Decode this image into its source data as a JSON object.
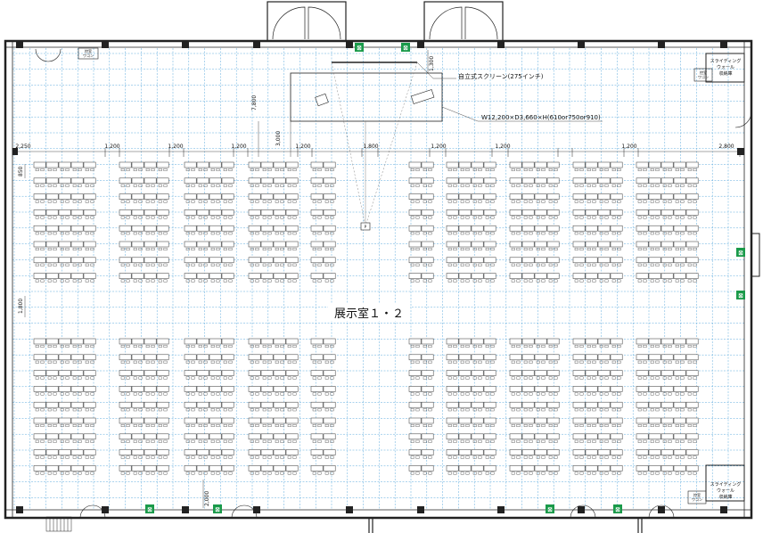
{
  "room_name": "展示室１・２",
  "screen_label": "自立式スクリーン(275インチ)",
  "stage_label": "W12,200×D3,660×H(610or750or910)",
  "projector_label": "P",
  "dimensions": {
    "top_row": [
      "2,250",
      "1,200",
      "1,200",
      "1,200",
      "1,200",
      "1,800",
      "1,200",
      "1,200",
      "1,200",
      "2,800"
    ],
    "stage_height": "7,800",
    "stage_offset": "3,000",
    "top_gap": "1,300",
    "desk_gap": "850",
    "aisle": "1,800",
    "bottom": "2,000"
  },
  "storage": {
    "top_left": [
      "控室",
      "ワゴン"
    ],
    "top_right": [
      "控室",
      "ワゴン"
    ],
    "bottom_right": [
      "控室",
      "ワゴン"
    ],
    "sliding_top": [
      "スライディング",
      "ウォール",
      "収納庫"
    ],
    "sliding_bottom": [
      "スライディング",
      "ウォール",
      "収納庫"
    ]
  },
  "exit_glyph": "⛝",
  "colors": {
    "grid": "#5aa9dc",
    "wall": "#222222",
    "exit": "#1a9a4a",
    "furniture": "#444444"
  }
}
